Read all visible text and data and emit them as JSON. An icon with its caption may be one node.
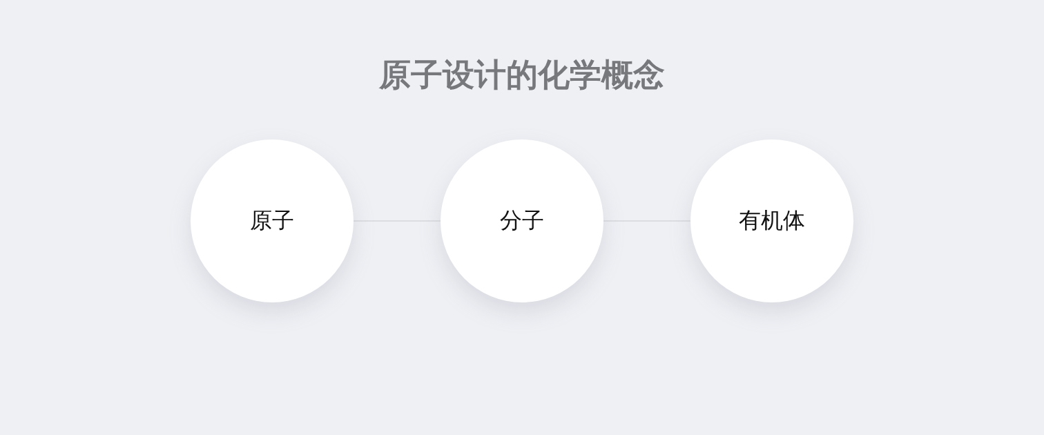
{
  "diagram": {
    "title": "原子设计的化学概念",
    "nodes": [
      {
        "text": [
          "原子"
        ]
      },
      {
        "text": [
          "分子"
        ]
      },
      {
        "text": [
          "有机体"
        ]
      }
    ],
    "edges": [
      {
        "from": 0,
        "to": 1,
        "arrow": "none"
      },
      {
        "from": 1,
        "to": 2,
        "arrow": "none"
      }
    ]
  }
}
